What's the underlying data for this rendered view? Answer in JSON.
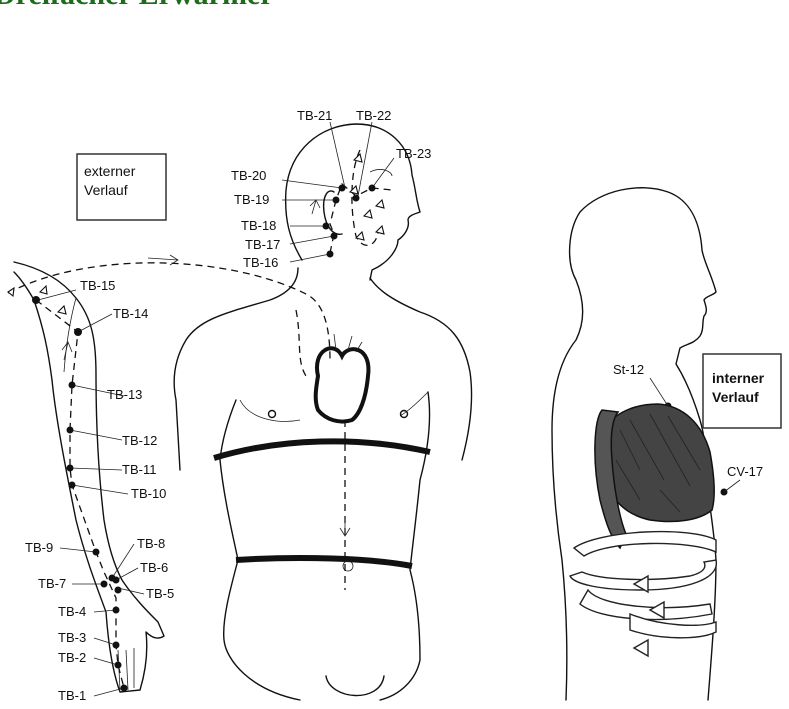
{
  "title": "Dreifacher Erwärmer",
  "boxes": {
    "external": [
      "externer",
      "Verlauf"
    ],
    "internal": [
      "interner",
      "Verlauf"
    ]
  },
  "points": {
    "tb1": "TB-1",
    "tb2": "TB-2",
    "tb3": "TB-3",
    "tb4": "TB-4",
    "tb5": "TB-5",
    "tb6": "TB-6",
    "tb7": "TB-7",
    "tb8": "TB-8",
    "tb9": "TB-9",
    "tb10": "TB-10",
    "tb11": "TB-11",
    "tb12": "TB-12",
    "tb13": "TB-13",
    "tb14": "TB-14",
    "tb15": "TB-15",
    "tb16": "TB-16",
    "tb17": "TB-17",
    "tb18": "TB-18",
    "tb19": "TB-19",
    "tb20": "TB-20",
    "tb21": "TB-21",
    "tb22": "TB-22",
    "tb23": "TB-23",
    "st12": "St-12",
    "cv17": "CV-17"
  }
}
